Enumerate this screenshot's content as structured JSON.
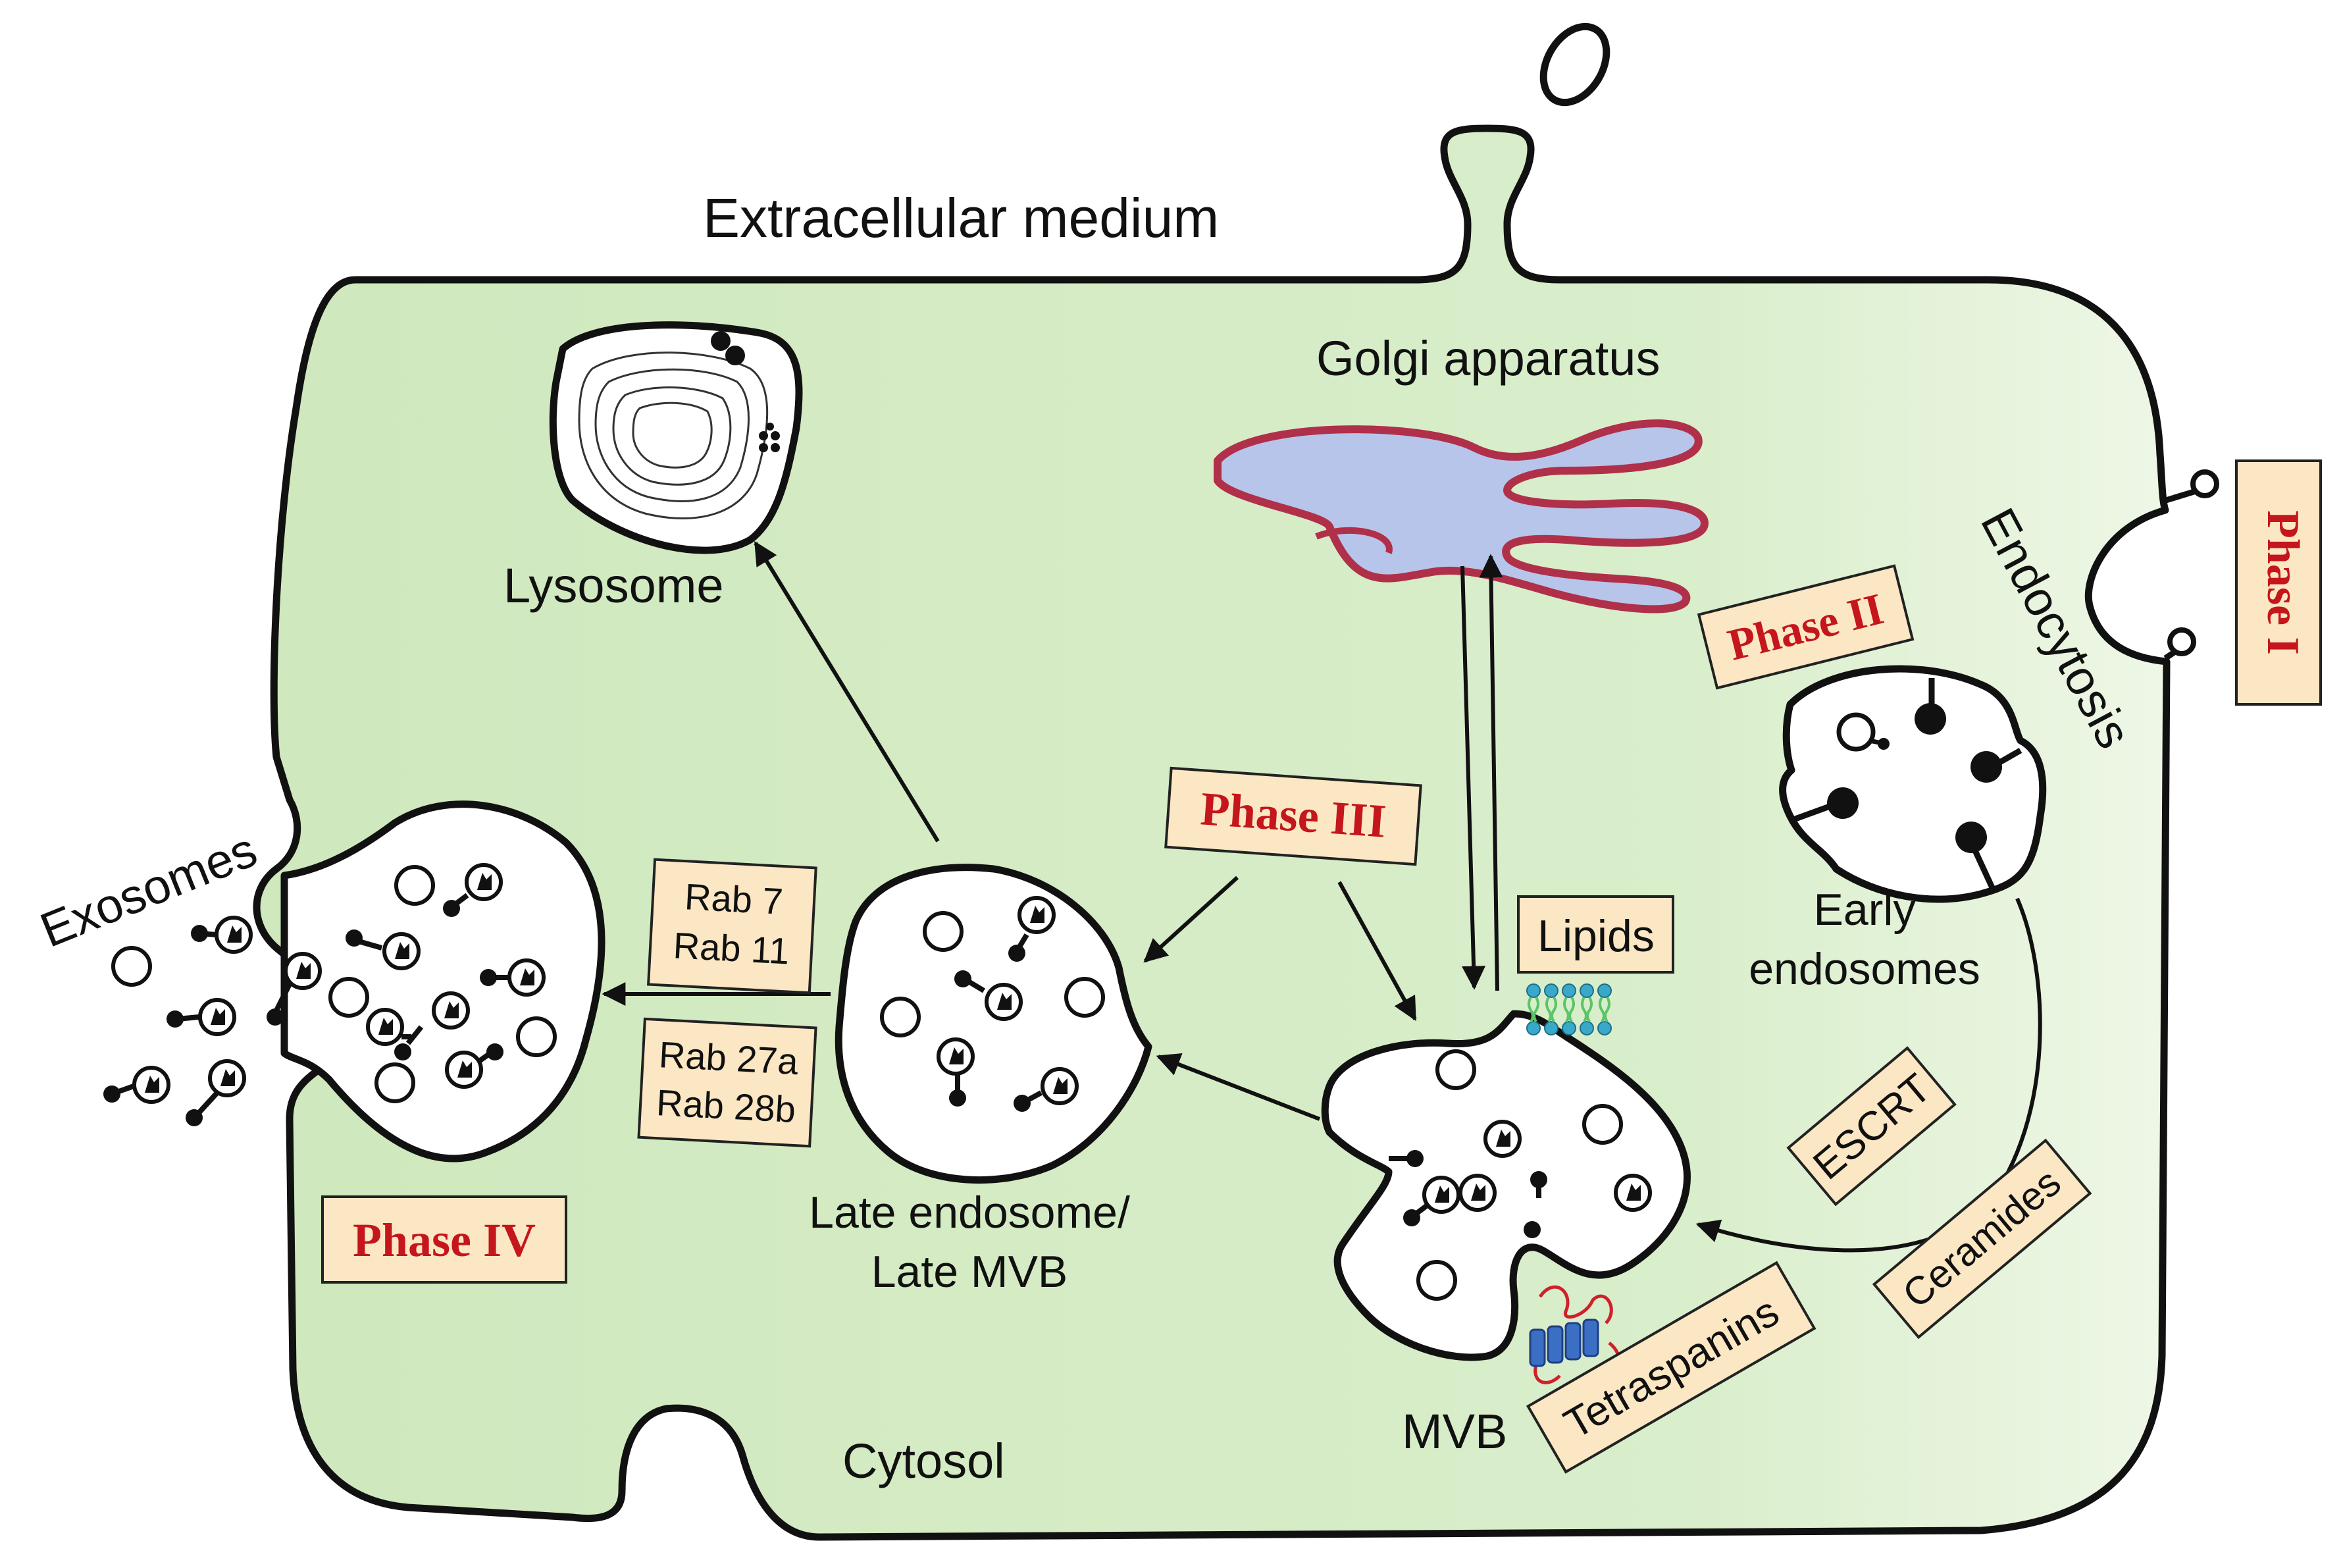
{
  "labels": {
    "extracellular": "Extracellular medium",
    "cytosol": "Cytosol",
    "golgi": "Golgi apparatus",
    "lysosome": "Lysosome",
    "exosomes": "Exosomes",
    "endocytosis": "Endocytosis",
    "early_endosomes_1": "Early",
    "early_endosomes_2": "endosomes",
    "late_endosome_1": "Late endosome/",
    "late_endosome_2": "Late MVB",
    "mvb": "MVB"
  },
  "phases": {
    "phase1": "Phase I",
    "phase2": "Phase II",
    "phase3": "Phase III",
    "phase4": "Phase IV"
  },
  "factors": {
    "rab_top_1": "Rab 7",
    "rab_top_2": "Rab 11",
    "rab_bottom_1": "Rab 27a",
    "rab_bottom_2": "Rab 28b",
    "lipids": "Lipids",
    "escrt": "ESCRT",
    "ceramides": "Ceramides",
    "tetraspanins": "Tetraspanins"
  },
  "colors": {
    "cell_fill": "#d6ecc6",
    "phase_text": "#c4161c",
    "label_box": "#fbe7c3",
    "golgi_fill": "#b7c5ea",
    "golgi_stroke": "#b0304a"
  }
}
